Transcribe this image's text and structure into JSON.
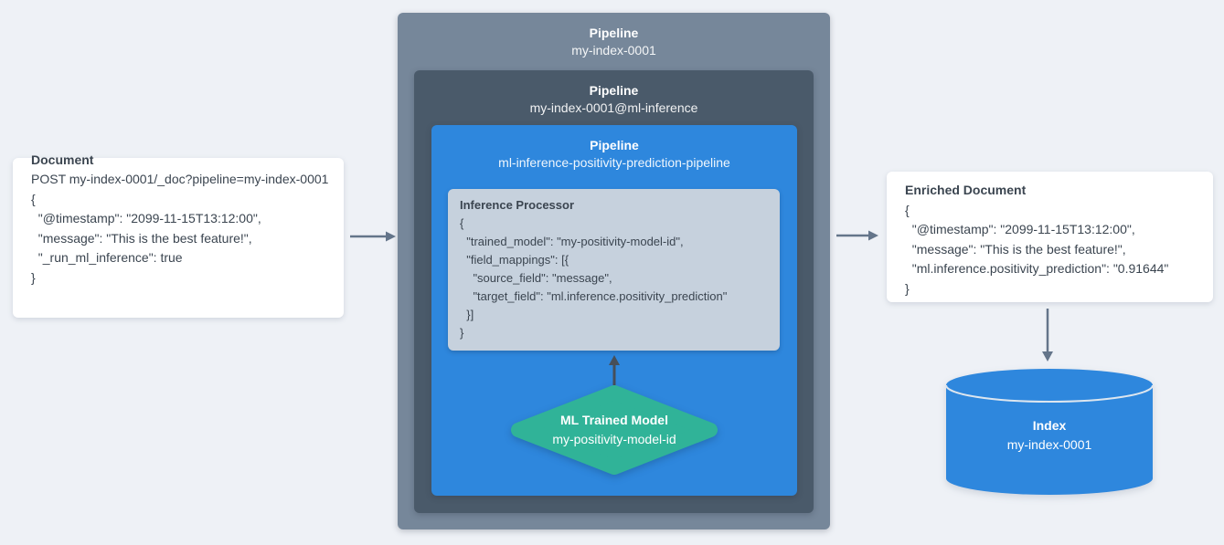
{
  "document_card": {
    "title": "Document",
    "lines": [
      "POST my-index-0001/_doc?pipeline=my-index-0001",
      "{",
      "  \"@timestamp\": \"2099-11-15T13:12:00\",",
      "  \"message\": \"This is the best feature!\",",
      "  \"_run_ml_inference\": true",
      "}"
    ]
  },
  "outer_pipeline": {
    "title": "Pipeline",
    "name": "my-index-0001"
  },
  "ml_pipeline": {
    "title": "Pipeline",
    "name": "my-index-0001@ml-inference"
  },
  "inference_pipeline": {
    "title": "Pipeline",
    "name": "ml-inference-positivity-prediction-pipeline"
  },
  "inference_processor": {
    "title": "Inference Processor",
    "lines": [
      "{",
      "  \"trained_model\": \"my-positivity-model-id\",",
      "  \"field_mappings\": [{",
      "    \"source_field\": \"message\",",
      "    \"target_field\": \"ml.inference.positivity_prediction\"",
      "  }]",
      "}"
    ]
  },
  "trained_model": {
    "title": "ML Trained Model",
    "name": "my-positivity-model-id"
  },
  "enriched_card": {
    "title": "Enriched Document",
    "lines": [
      "{",
      "  \"@timestamp\": \"2099-11-15T13:12:00\",",
      "  \"message\": \"This is the best feature!\",",
      "  \"ml.inference.positivity_prediction\": \"0.91644\"",
      "}"
    ]
  },
  "index_cylinder": {
    "title": "Index",
    "name": "my-index-0001"
  },
  "colors": {
    "page_background": "#eef1f6",
    "card_background": "#ffffff",
    "outer_pipeline": "#76879a",
    "ml_pipeline": "#4a5a6a",
    "inference_pipeline_blue": "#2e87dd",
    "processor_background": "#c6d1dd",
    "trained_model_green": "#30b398",
    "index_blue": "#2e87dd",
    "text_dark": "#3b4550",
    "text_white": "#ffffff",
    "arrow_gray": "#64758a",
    "arrow_dark": "#474f59"
  },
  "icons": {
    "arrow_document_to_pipeline": "right-arrow",
    "arrow_pipeline_to_enriched": "right-arrow",
    "arrow_model_to_processor": "up-arrow",
    "arrow_enriched_to_index": "down-arrow"
  }
}
